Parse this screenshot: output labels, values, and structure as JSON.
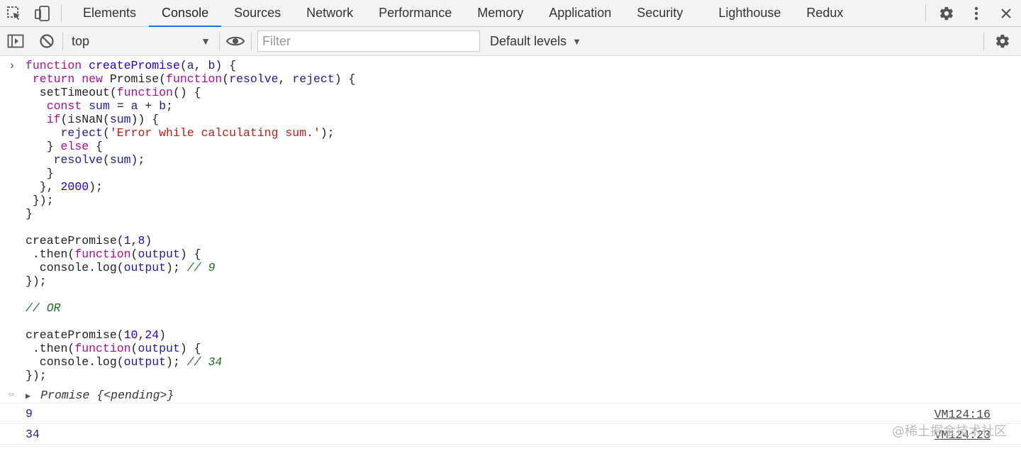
{
  "topbar": {
    "tabs": [
      "Elements",
      "Console",
      "Sources",
      "Network",
      "Performance",
      "Memory",
      "Application",
      "Security",
      "Lighthouse",
      "Redux"
    ],
    "active_tab": "Console"
  },
  "toolbar": {
    "context": "top",
    "filter_placeholder": "Filter",
    "levels": "Default levels"
  },
  "console": {
    "input_lines": [
      "function createPromise(a, b) {",
      " return new Promise(function(resolve, reject) {",
      "  setTimeout(function() {",
      "   const sum = a + b;",
      "   if(isNaN(sum)) {",
      "     reject('Error while calculating sum.');",
      "   } else {",
      "    resolve(sum);",
      "   }",
      "  }, 2000);",
      " });",
      "}",
      "",
      "createPromise(1,8)",
      " .then(function(output) {",
      "  console.log(output); // 9",
      "});",
      "",
      "// OR",
      "",
      "createPromise(10,24)",
      " .then(function(output) {",
      "  console.log(output); // 34",
      "});"
    ],
    "result_label": "Promise",
    "result_value": "{<pending>}",
    "logs": [
      {
        "value": "9",
        "source": "VM124:16"
      },
      {
        "value": "34",
        "source": "VM124:23"
      }
    ]
  },
  "watermark": "@稀土掘金技术社区",
  "colors": {
    "accent": "#1a73e8",
    "keyword": "#aa0d91",
    "string": "#c41a16",
    "comment": "#236e25"
  }
}
